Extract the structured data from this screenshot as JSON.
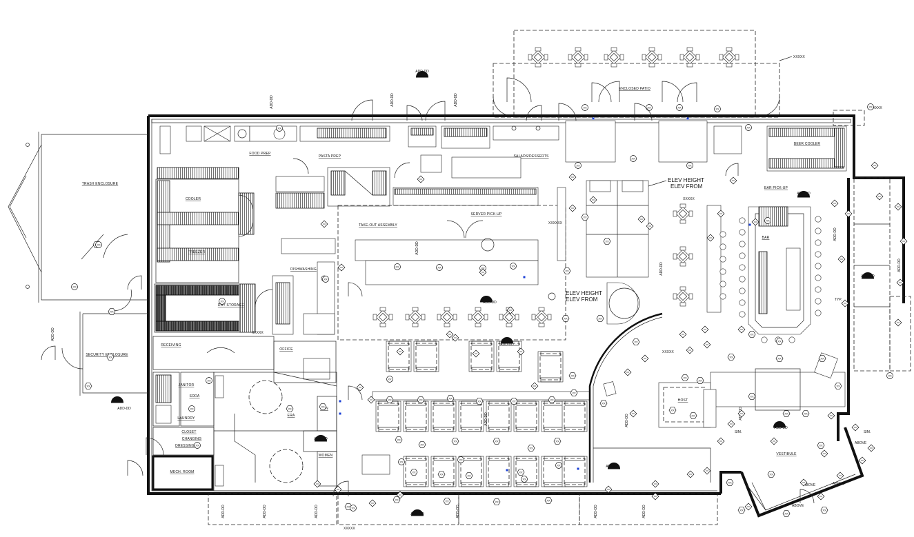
{
  "labels": {
    "enclosed_patio": "ENCLOSED PATIO",
    "trash_enclosure": "TRASH ENCLOSURE",
    "security_enclosure": "SECURITY ENCLOSURE",
    "food_prep": "FOOD PREP",
    "pasta_prep": "PASTA PREP",
    "salads_desserts": "SALADS/DESSERTS",
    "cooler": "COOLER",
    "freezer": "FREEZER",
    "dry_storage": "DRY STORAGE",
    "dishwashing": "DISHWASHING",
    "receiving": "RECEIVING",
    "office": "OFFICE",
    "take_out_assembly": "TAKE-OUT ASSEMBLY",
    "server_pick_up": "SERVER PICK-UP",
    "beer_cooler": "BEER COOLER",
    "bar_pick_up": "BAR PICK-UP",
    "bar": "BAR",
    "host": "HOST",
    "vestibule": "VESTIBULE",
    "men": "MEN",
    "women": "WOMEN",
    "era": "ERA",
    "janitor": "JANITOR",
    "soda": "SODA",
    "laundry": "LAUNDRY",
    "closet": "CLOSET",
    "changing": "CHANGING",
    "dressing": "DRESSING",
    "mech_room": "MECH. ROOM",
    "elev_height_1": "ELEV HEIGHT",
    "elev_from_1": "ELEV FROM",
    "elev_height_2": "ELEV HEIGHT",
    "elev_from_2": "ELEV FROM",
    "sim": "SIM.",
    "typ": "TYP.",
    "above": "ABOVE"
  },
  "tags": {
    "add_dd": "ADD-DD",
    "xxxxx": "XXXXX",
    "xxxxxx": "XXXXXX"
  },
  "colors": {
    "line": "#111111",
    "background": "#ffffff",
    "door_marker": "#1a3fd6"
  }
}
